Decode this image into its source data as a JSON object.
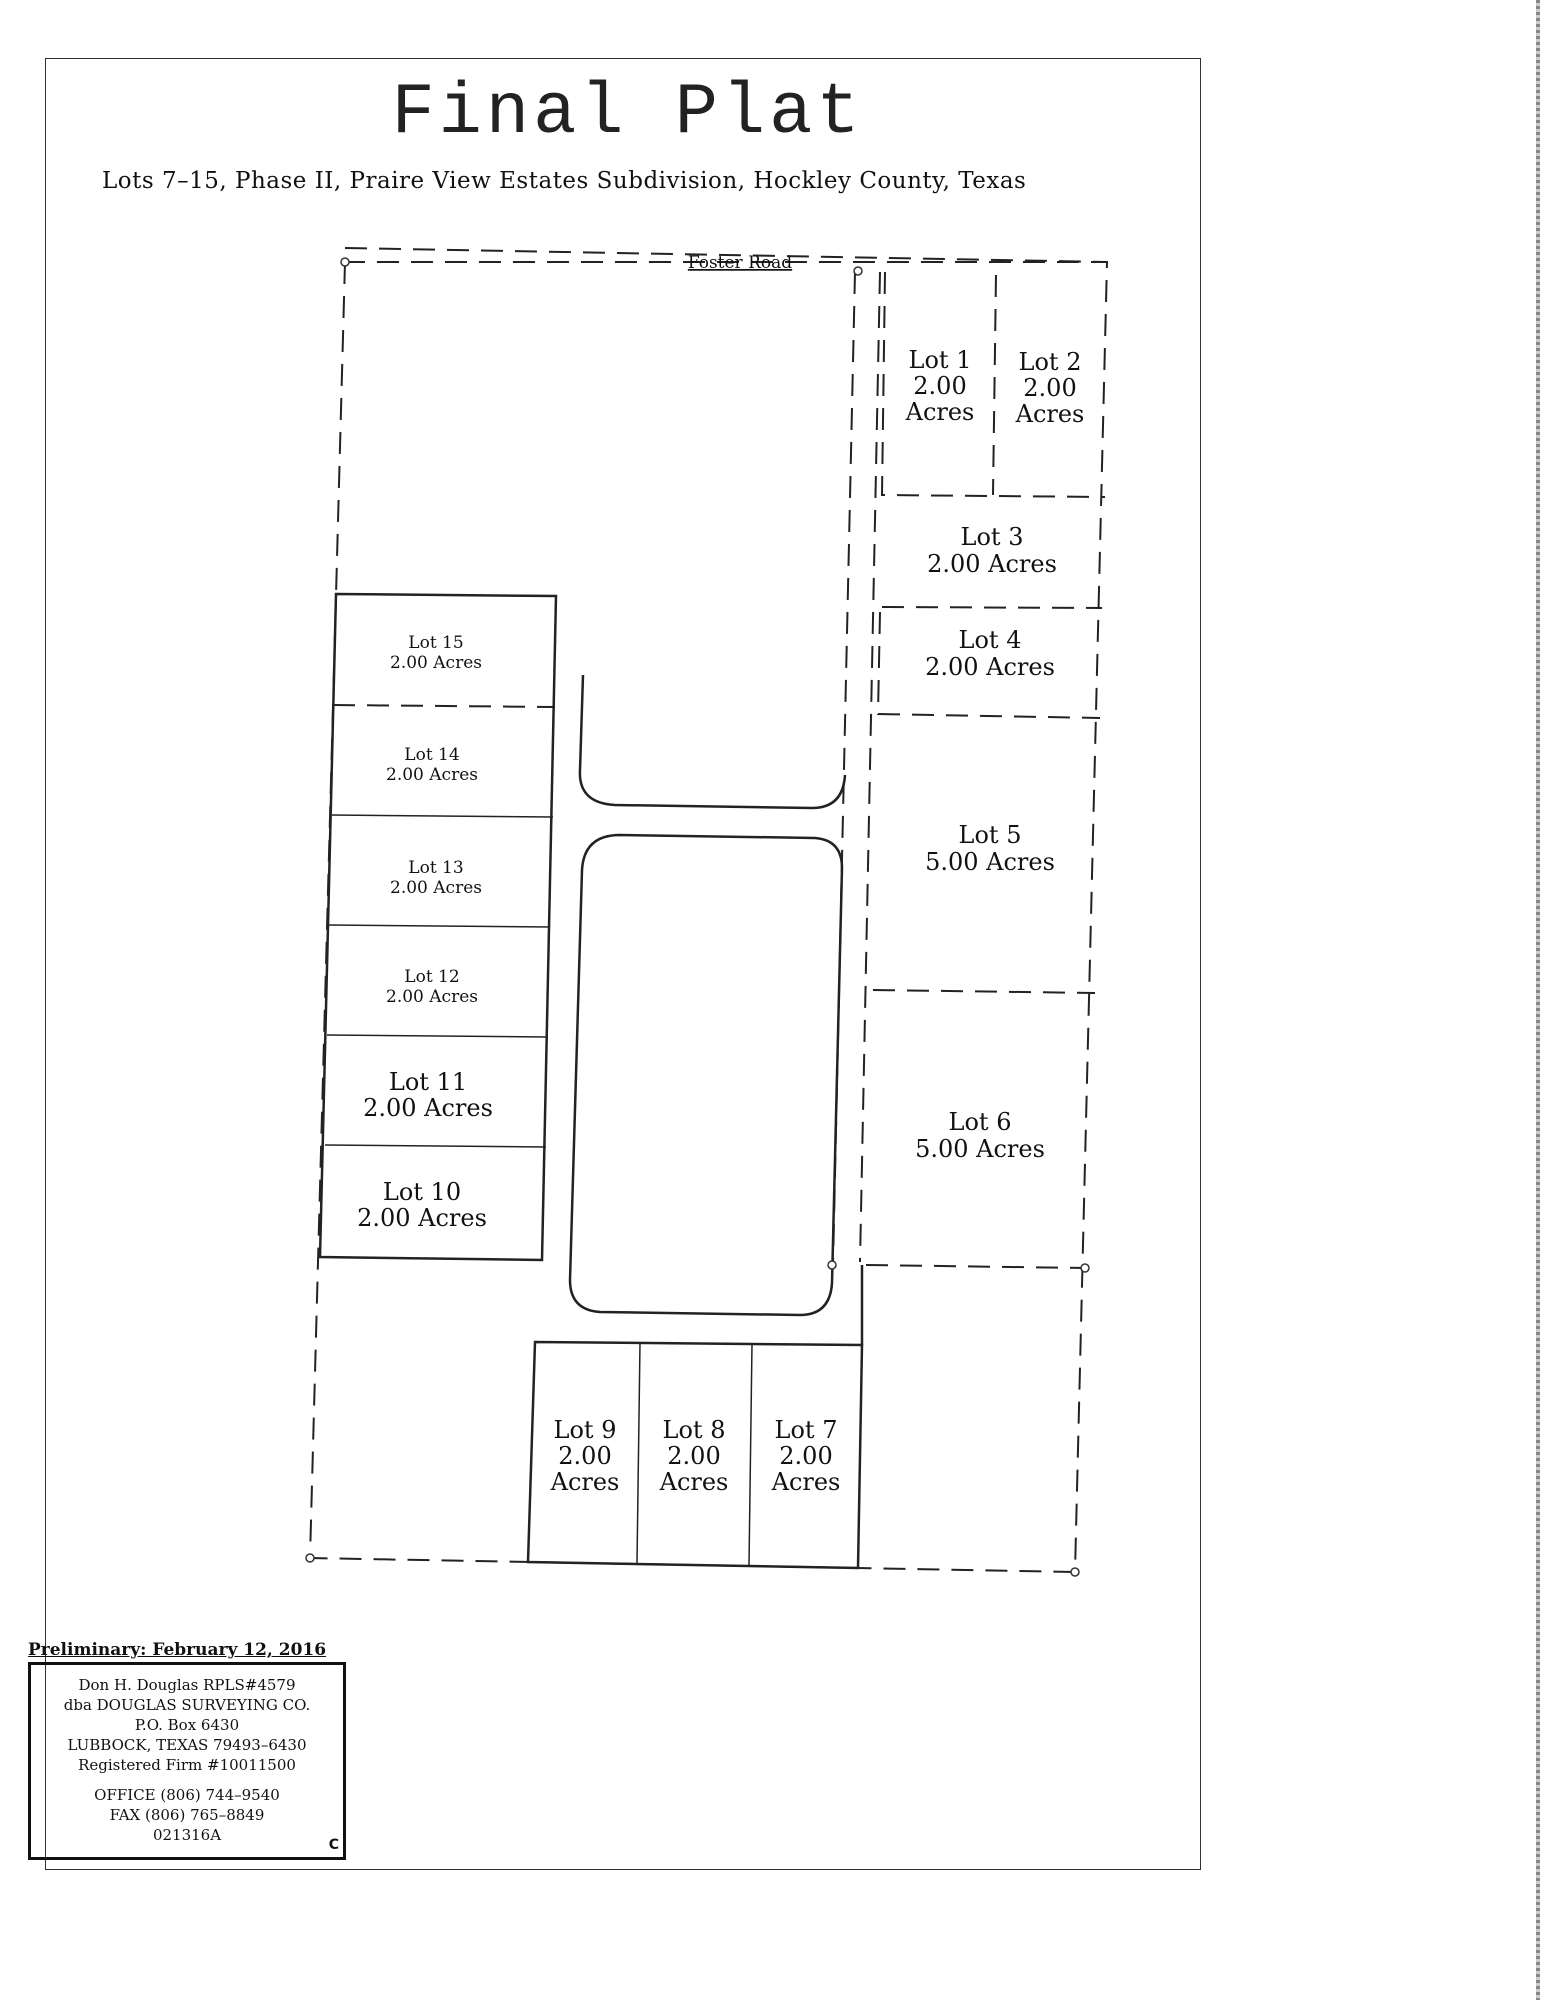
{
  "title": "Final Plat",
  "subtitle": "Lots 7–15, Phase II, Praire View Estates Subdivision, Hockley County, Texas",
  "road": "Foster Road",
  "lots": [
    {
      "id": "lot-1",
      "name": "Lot 1",
      "area": "2.00",
      "unit": "Acres"
    },
    {
      "id": "lot-2",
      "name": "Lot 2",
      "area": "2.00",
      "unit": "Acres"
    },
    {
      "id": "lot-3",
      "name": "Lot 3",
      "area": "2.00 Acres"
    },
    {
      "id": "lot-4",
      "name": "Lot 4",
      "area": "2.00 Acres"
    },
    {
      "id": "lot-5",
      "name": "Lot 5",
      "area": "5.00 Acres"
    },
    {
      "id": "lot-6",
      "name": "Lot 6",
      "area": "5.00 Acres"
    },
    {
      "id": "lot-7",
      "name": "Lot 7",
      "area": "2.00",
      "unit": "Acres"
    },
    {
      "id": "lot-8",
      "name": "Lot 8",
      "area": "2.00",
      "unit": "Acres"
    },
    {
      "id": "lot-9",
      "name": "Lot 9",
      "area": "2.00",
      "unit": "Acres"
    },
    {
      "id": "lot-10",
      "name": "Lot 10",
      "area": "2.00 Acres"
    },
    {
      "id": "lot-11",
      "name": "Lot 11",
      "area": "2.00 Acres"
    },
    {
      "id": "lot-12",
      "name": "Lot 12",
      "area": "2.00 Acres"
    },
    {
      "id": "lot-13",
      "name": "Lot 13",
      "area": "2.00 Acres"
    },
    {
      "id": "lot-14",
      "name": "Lot 14",
      "area": "2.00 Acres"
    },
    {
      "id": "lot-15",
      "name": "Lot 15",
      "area": "2.00 Acres"
    }
  ],
  "preliminary": "Preliminary: February 12, 2016",
  "firm": {
    "line1": "Don H. Douglas RPLS#4579",
    "line2": "dba DOUGLAS SURVEYING CO.",
    "line3": "P.O. Box 6430",
    "line4": "LUBBOCK, TEXAS 79493–6430",
    "line5": "Registered Firm #10011500",
    "office": "OFFICE (806) 744–9540",
    "fax": "FAX (806) 765–8849",
    "code": "021316A",
    "corner": "C"
  }
}
